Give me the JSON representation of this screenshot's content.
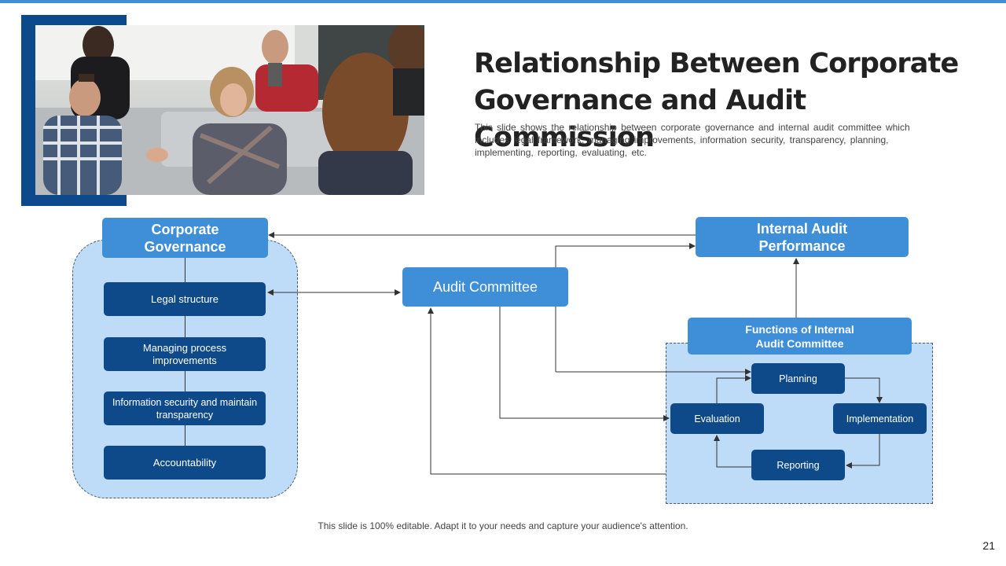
{
  "slide": {
    "title_line1": "Relationship Between Corporate",
    "title_line2": "Governance and Audit Commission",
    "subtitle": "This slide shows the relationship between corporate governance and internal audit committee which includes legal framework, managing improvements, information security, transparency, planning, implementing, reporting, evaluating, etc.",
    "footer_note": "This slide is 100% editable. Adapt it to your needs and capture your audience's attention.",
    "page_number": "21"
  },
  "diagram": {
    "corporate_governance": {
      "line1": "Corporate",
      "line2": "Governance",
      "items": [
        "Legal structure",
        "Managing process improvements",
        "Information security and maintain transparency",
        "Accountability"
      ]
    },
    "audit_committee": "Audit Committee",
    "internal_audit_performance": {
      "line1": "Internal Audit",
      "line2": "Performance"
    },
    "functions": {
      "line1": "Functions of Internal",
      "line2": "Audit Committee",
      "cycle": {
        "planning": "Planning",
        "implementation": "Implementation",
        "reporting": "Reporting",
        "evaluation": "Evaluation"
      }
    }
  },
  "colors": {
    "accent_light": "#3f8fd8",
    "accent_dark": "#0e4a8a",
    "group_fill": "#bedcf8"
  },
  "image": {
    "description_icon": "team-meeting-photo"
  }
}
